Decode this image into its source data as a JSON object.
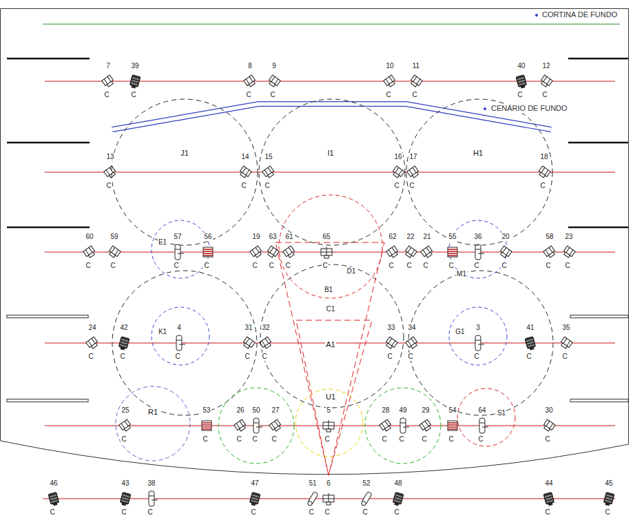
{
  "diagram": {
    "nodes": [
      {
        "text": [
          "J1"
        ]
      },
      {
        "text": [
          "I1"
        ]
      },
      {
        "text": [
          "H1"
        ]
      },
      {
        "text": [
          "A1"
        ]
      },
      {
        "text": [
          "R1"
        ]
      },
      {
        "text": [
          "U1"
        ]
      }
    ],
    "labels": [
      "CORTINA DE FUNDO",
      "CENÁRIO DE FUNDO",
      "7",
      "C",
      "39",
      "C",
      "8",
      "C",
      "9",
      "C",
      "10",
      "C",
      "11",
      "C",
      "40",
      "C",
      "12",
      "C",
      "13",
      "C",
      "14",
      "C",
      "15",
      "C",
      "16",
      "C",
      "17",
      "C",
      "18",
      "C",
      "60",
      "C",
      "59",
      "C",
      "57",
      "C",
      "56",
      "C",
      "19",
      "C",
      "63",
      "C",
      "61",
      "C",
      "65",
      "C",
      "62",
      "C",
      "22",
      "C",
      "21",
      "C",
      "55",
      "C",
      "36",
      "C",
      "20",
      "C",
      "58",
      "C",
      "23",
      "C",
      "24",
      "C",
      "42",
      "C",
      "4",
      "C",
      "31",
      "C",
      "32",
      "C",
      "33",
      "C",
      "34",
      "C",
      "3",
      "C",
      "41",
      "C",
      "35",
      "C",
      "25",
      "C",
      "53",
      "C",
      "26",
      "C",
      "50",
      "C",
      "27",
      "C",
      "5",
      "C",
      "28",
      "C",
      "49",
      "C",
      "29",
      "C",
      "54",
      "C",
      "64",
      "C",
      "30",
      "C",
      "46",
      "C",
      "43",
      "C",
      "38",
      "C",
      "47",
      "C",
      "51",
      "C",
      "6",
      "C",
      "52",
      "C",
      "48",
      "C",
      "44",
      "C",
      "45",
      "C",
      "B1",
      "C1",
      "E1",
      "K1",
      "M1",
      "G1",
      "D1",
      "S1"
    ]
  }
}
